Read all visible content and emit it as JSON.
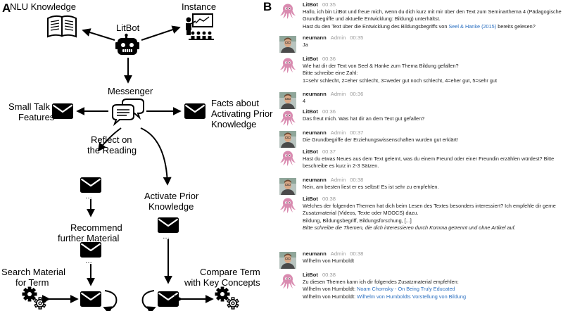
{
  "panel_a": {
    "letter": "A",
    "nlu": "NLU Knowledge",
    "litbot": "LitBot",
    "instance": "Instance",
    "messenger": "Messenger",
    "small_talk": [
      "Small Talk",
      "Features"
    ],
    "facts": [
      "Facts about",
      "Activating Prior",
      "Knowledge"
    ],
    "reflect": [
      "Reflect on",
      "the Reading"
    ],
    "activate": [
      "Activate Prior",
      "Knowledge"
    ],
    "recommend": [
      "Recommend",
      "further Material"
    ],
    "search": [
      "Search Material",
      "for Term"
    ],
    "compare": [
      "Compare Term",
      "with Key Concepts"
    ]
  },
  "panel_b": {
    "letter": "B",
    "messages": [
      {
        "who": "bot",
        "sender": "LitBot",
        "role": "",
        "time": "00:35",
        "lines": [
          [
            {
              "t": "Hallo, ich bin LitBot und freue mich, wenn du dich kurz mit mir über den Text zum Seminarthema 4 (Pädagogische"
            }
          ],
          [
            {
              "t": "Grundbegriffe und aktuelle Entwicklung: Bildung) unterhältst."
            }
          ],
          [
            {
              "t": "Hast du den Text über die Entwicklung des Bildungsbegriffs von "
            },
            {
              "t": "Seel & Hanke (2015)",
              "link": true
            },
            {
              "t": " bereits gelesen?"
            }
          ]
        ]
      },
      {
        "who": "user",
        "sender": "neumann",
        "role": "Admin",
        "time": "00:35",
        "lines": [
          [
            {
              "t": "Ja"
            }
          ]
        ]
      },
      {
        "who": "bot",
        "sender": "LitBot",
        "role": "",
        "time": "00:36",
        "lines": [
          [
            {
              "t": "Wie hat dir der Text von Seel & Hanke zum Thema Bildung gefallen?"
            }
          ],
          [
            {
              "t": "Bitte schreibe eine Zahl:"
            }
          ],
          [
            {
              "t": "1=sehr schlecht, 2=eher schlecht, 3=weder gut noch schlecht, 4=eher gut, 5=sehr gut"
            }
          ]
        ]
      },
      {
        "who": "user",
        "sender": "neumann",
        "role": "Admin",
        "time": "00:36",
        "lines": [
          [
            {
              "t": "4"
            }
          ]
        ]
      },
      {
        "who": "bot",
        "sender": "LitBot",
        "role": "",
        "time": "00:36",
        "lines": [
          [
            {
              "t": "Das freut mich. Was hat dir an dem Text gut gefallen?"
            }
          ]
        ]
      },
      {
        "who": "user",
        "sender": "neumann",
        "role": "Admin",
        "time": "00:37",
        "lines": [
          [
            {
              "t": "Die Grundbegriffe der Erziehungswissenschaften wurden gut erklärt!"
            }
          ]
        ]
      },
      {
        "who": "bot",
        "sender": "LitBot",
        "role": "",
        "time": "00:37",
        "lines": [
          [
            {
              "t": "Hast du etwas Neues aus dem Text gelernt, was du einem Freund oder einer Freundin erzählen würdest? Bitte"
            }
          ],
          [
            {
              "t": "beschreibe es kurz in 2-3 Sätzen."
            }
          ]
        ]
      },
      {
        "who": "user",
        "sender": "neumann",
        "role": "Admin",
        "time": "00:38",
        "lines": [
          [
            {
              "t": "Nein, am besten liest er es selbst! Es ist sehr zu empfehlen."
            }
          ]
        ]
      },
      {
        "who": "bot",
        "sender": "LitBot",
        "role": "",
        "time": "00:38",
        "lines": [
          [
            {
              "t": "Welches der folgenden Themen hat dich beim Lesen des Textes besonders interessiert? Ich empfehle dir gerne"
            }
          ],
          [
            {
              "t": "Zusatzmaterial (Videos, Texte oder MOOCS) dazu."
            }
          ],
          [
            {
              "t": " "
            }
          ],
          [
            {
              "t": "Bildung, Bildungsbegriff, Bildungsforschung, [...]"
            }
          ],
          [
            {
              "t": " "
            }
          ],
          [
            {
              "t": "Bitte schreibe die Themen, die dich interessieren durch Komma getrennt und ohne Artikel auf.",
              "italic": true
            }
          ]
        ]
      },
      {
        "who": "user",
        "sender": "neumann",
        "role": "Admin",
        "time": "00:38",
        "lines": [
          [
            {
              "t": "Wilhelm von Humboldt"
            }
          ]
        ]
      },
      {
        "who": "bot",
        "sender": "LitBot",
        "role": "",
        "time": "00:38",
        "lines": [
          [
            {
              "t": "Zu diesen Themen kann ich dir folgendes Zusatzmaterial empfehlen:"
            }
          ],
          [
            {
              "t": "Wilhelm von Humboldt: "
            },
            {
              "t": "Noam Chomsky - On Being Truly Educated",
              "link": true
            }
          ],
          [
            {
              "t": "Wilhelm von Humboldt: "
            },
            {
              "t": "Wilhelm von Humboldts Vorstellung von Bildung",
              "link": true
            }
          ]
        ]
      }
    ]
  },
  "colors": {
    "link": "#2a6fc0",
    "octopus": "#d98bb0",
    "muted": "#9a9a9a"
  },
  "icons": [
    "book-icon",
    "robot-icon",
    "teacher-icon",
    "speech-bubbles-icon",
    "envelope-icon",
    "gears-icon",
    "refresh-arrow-icon",
    "octopus-avatar-icon",
    "user-avatar-icon"
  ]
}
